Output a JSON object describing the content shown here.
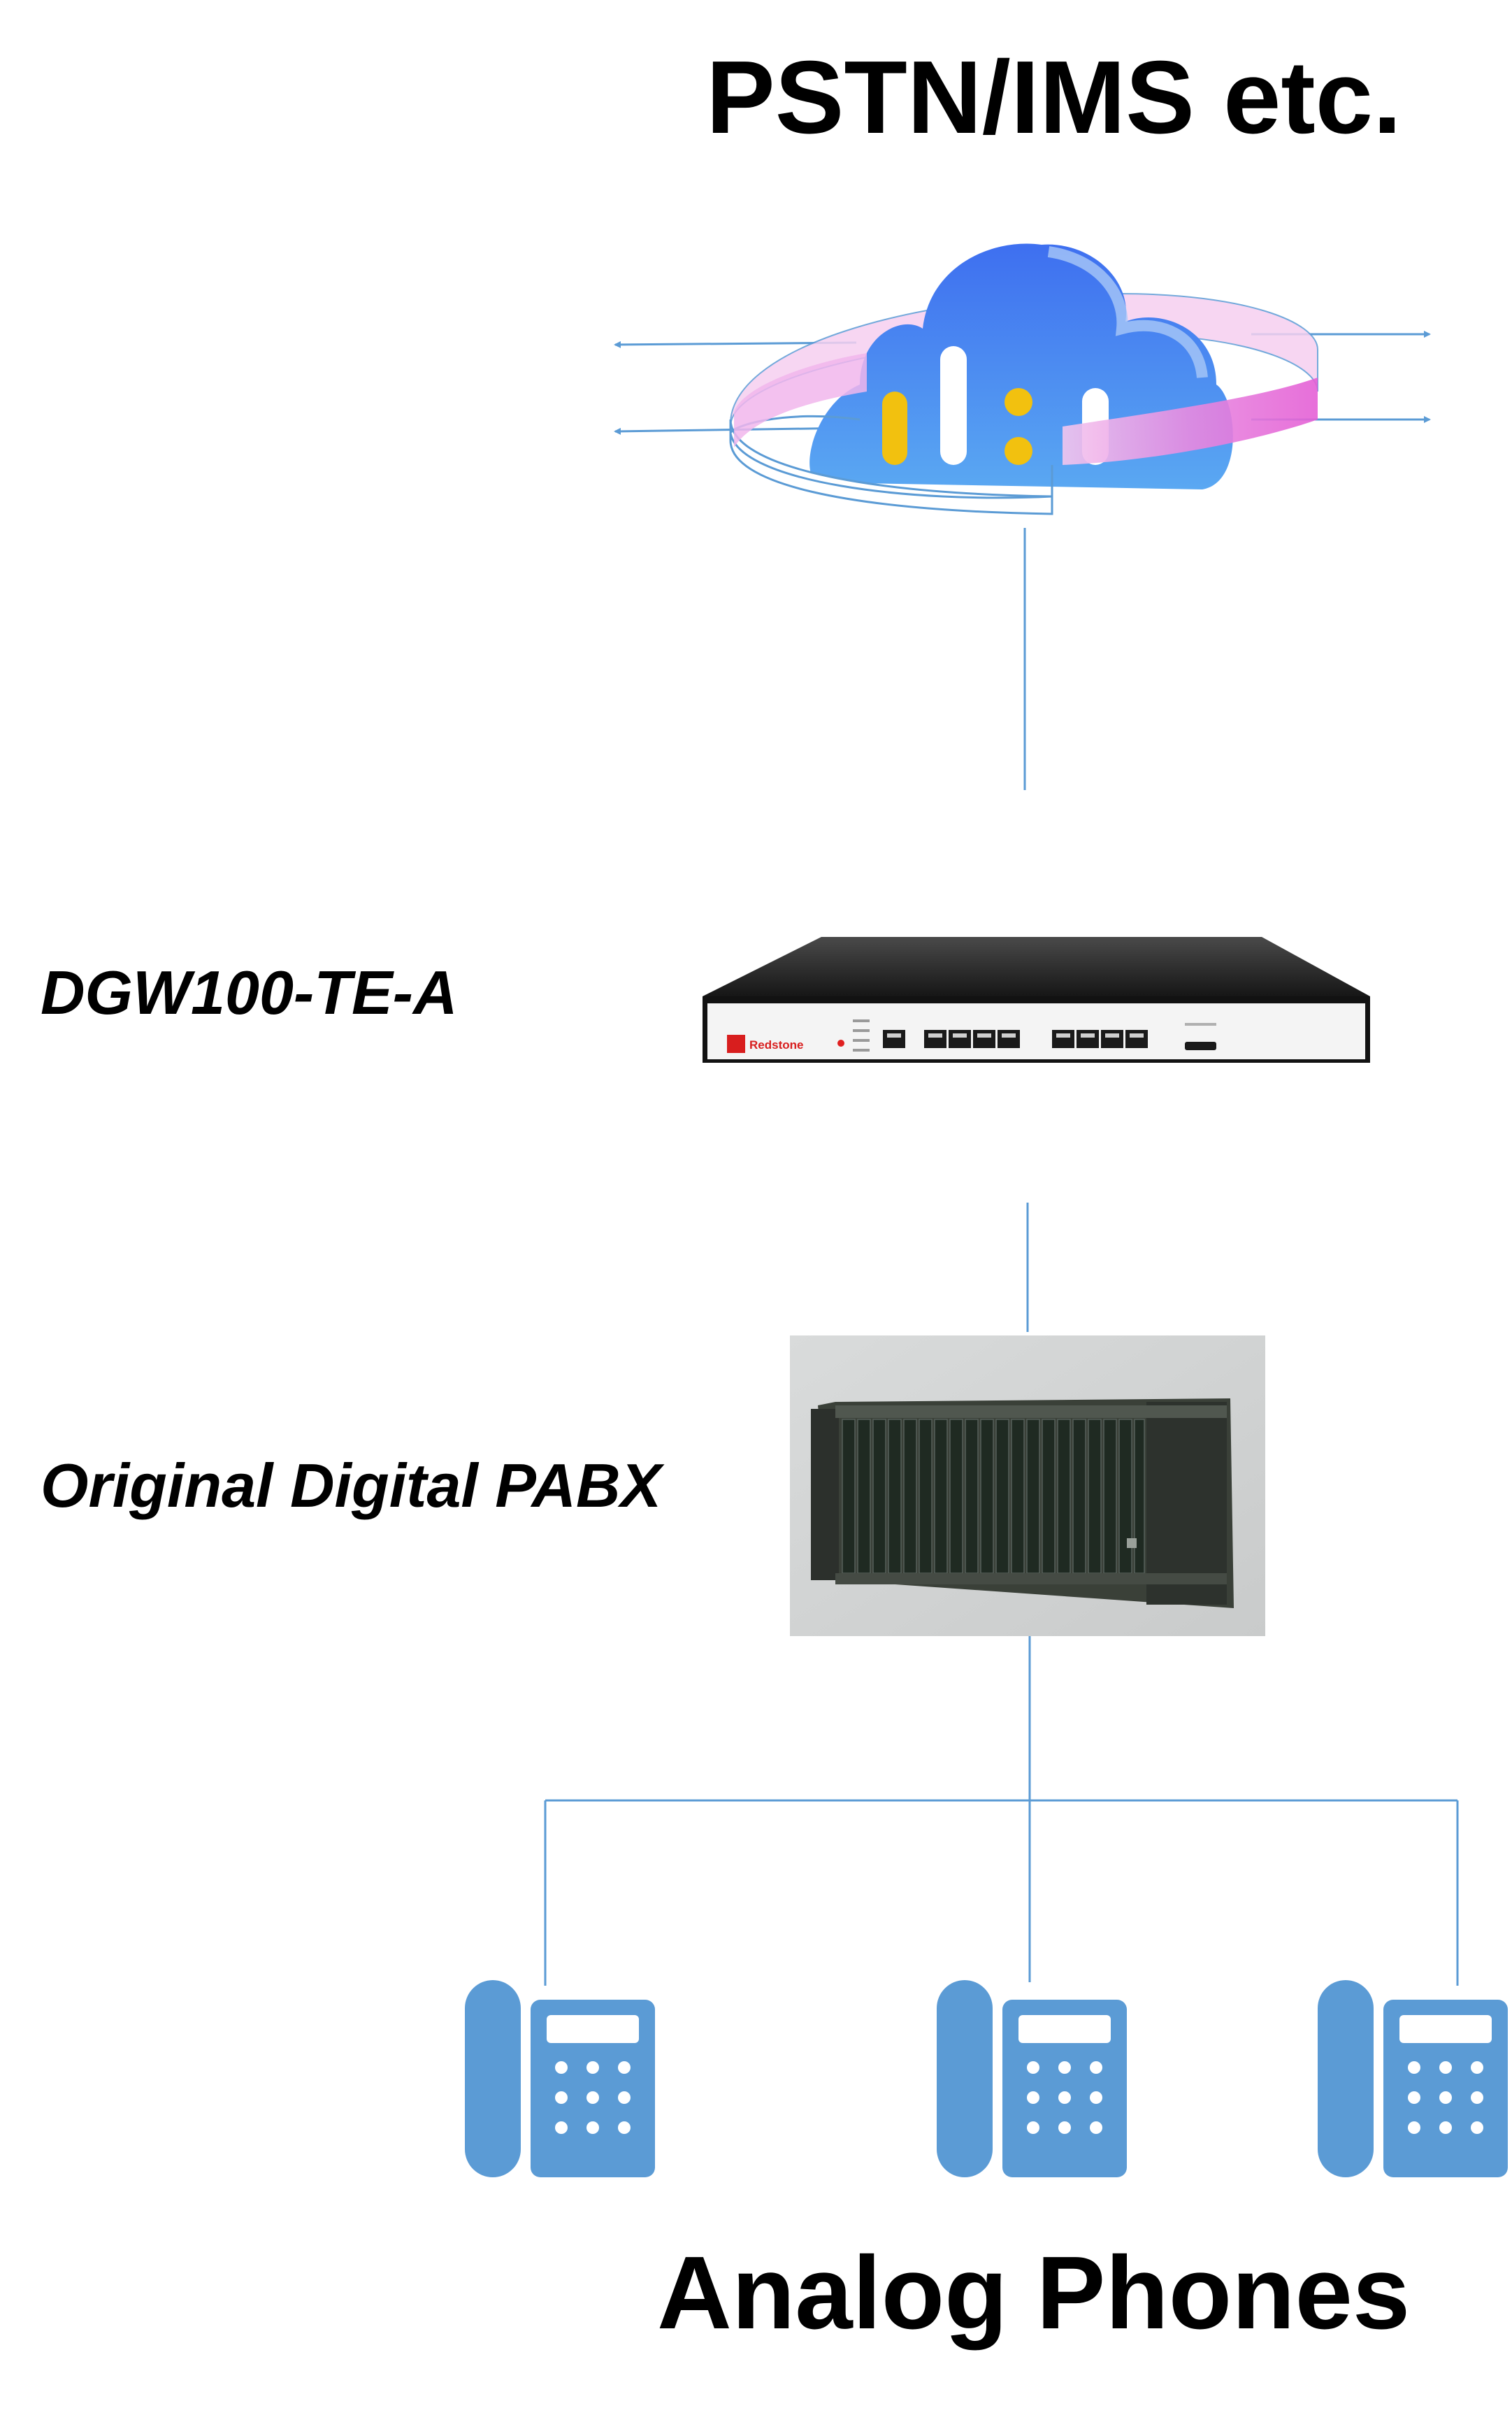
{
  "diagram": {
    "top_heading": "PSTN/IMS etc.",
    "gateway_label": "DGW100-TE-A",
    "gateway_brand": "Redstone",
    "pabx_label": "Original Digital PABX",
    "bottom_heading": "Analog Phones"
  },
  "colors": {
    "connector": "#5b9bd5",
    "phone": "#5b9bd5",
    "cloud_blue": "#4a86e8",
    "cloud_ring": "#e066d0",
    "cloud_accent": "#f2c10f",
    "device_body": "#1c1c1c"
  },
  "icons": [
    "cloud-icon",
    "gateway-device",
    "pabx-rack",
    "desk-phone-icon"
  ]
}
